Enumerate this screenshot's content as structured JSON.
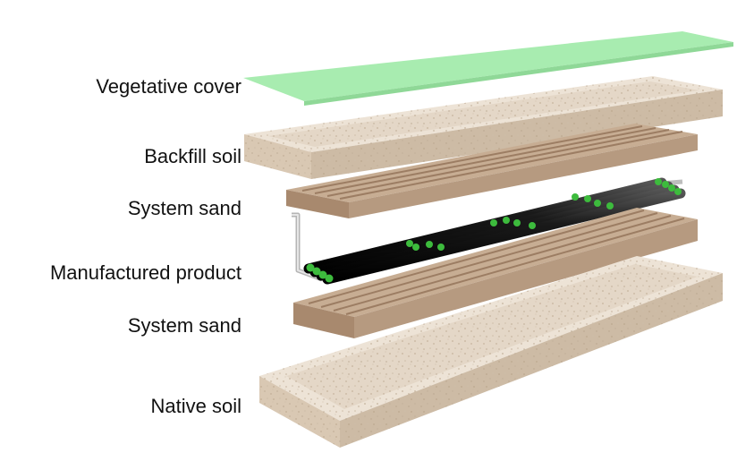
{
  "layers": [
    {
      "id": "vegetative-cover",
      "label": "Vegetative cover"
    },
    {
      "id": "backfill-soil",
      "label": "Backfill soil"
    },
    {
      "id": "system-sand-upper",
      "label": "System sand"
    },
    {
      "id": "manufactured-product",
      "label": "Manufactured product"
    },
    {
      "id": "system-sand-lower",
      "label": "System sand"
    },
    {
      "id": "native-soil",
      "label": "Native soil"
    }
  ],
  "colors": {
    "vegetative_cover": "#a8ecb0",
    "soil_top": "#ede3d6",
    "soil_side": "#d9c8b3",
    "sand_top": "#c7ad93",
    "sand_side": "#a8896e",
    "pipe": "#111111",
    "pipe_band": "#3dbb3d",
    "manifold": "#c9c9c9"
  }
}
